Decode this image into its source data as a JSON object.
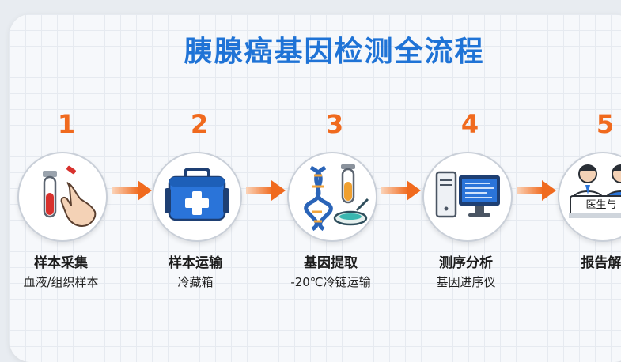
{
  "title": "胰腺癌基因检测全流程",
  "steps": [
    {
      "number": "1",
      "title": "样本采集",
      "subtitle": "血液/组织样本",
      "icon": "test-tube-hand-icon"
    },
    {
      "number": "2",
      "title": "样本运输",
      "subtitle": "冷藏箱",
      "icon": "medical-box-icon"
    },
    {
      "number": "3",
      "title": "基因提取",
      "subtitle": "-20℃冷链运输",
      "icon": "dna-tube-icon"
    },
    {
      "number": "4",
      "title": "测序分析",
      "subtitle": "基因进序仪",
      "icon": "computer-icon"
    },
    {
      "number": "5",
      "title": "报告解",
      "subtitle": "",
      "icon": "doctors-icon",
      "sign_text": "医生与"
    }
  ],
  "colors": {
    "accent": "#f06a1e",
    "title": "#1f73d6"
  }
}
